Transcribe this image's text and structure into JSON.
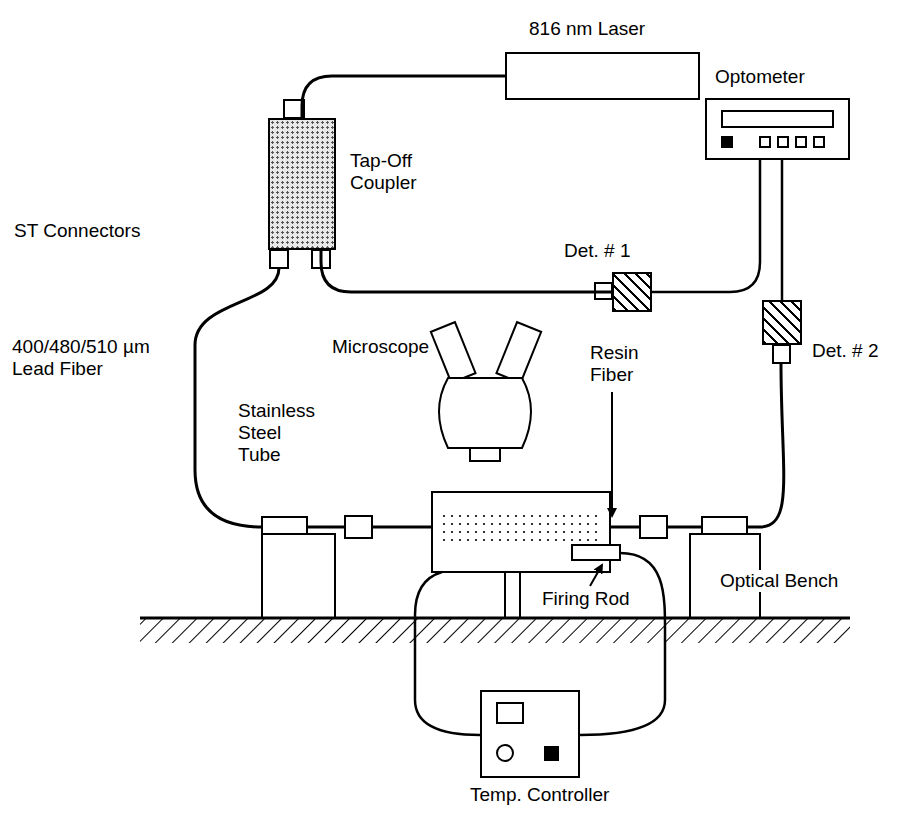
{
  "diagram": {
    "nodes": [
      {
        "text": [
          "816 nm Laser"
        ]
      },
      {
        "text": [
          "Tap-Off Coupler"
        ]
      },
      {
        "text": [
          "Optometer"
        ]
      },
      {
        "text": [
          "Det. # 1"
        ]
      },
      {
        "text": [
          "Det. # 2"
        ]
      },
      {
        "text": [
          "Temp. Controller"
        ]
      }
    ],
    "edges": [
      {
        "from": 0,
        "to": 1,
        "arrow": "none"
      },
      {
        "from": 1,
        "to": 3,
        "arrow": "none"
      },
      {
        "from": 3,
        "to": 2,
        "arrow": "none"
      },
      {
        "from": 2,
        "to": 4,
        "arrow": "none"
      }
    ],
    "labels": [
      "ST Connectors",
      "400/480/510 µm Lead Fiber",
      "Microscope",
      "Stainless Steel Tube",
      "Resin Fiber",
      "Optical Bench",
      "Firing Rod"
    ]
  }
}
